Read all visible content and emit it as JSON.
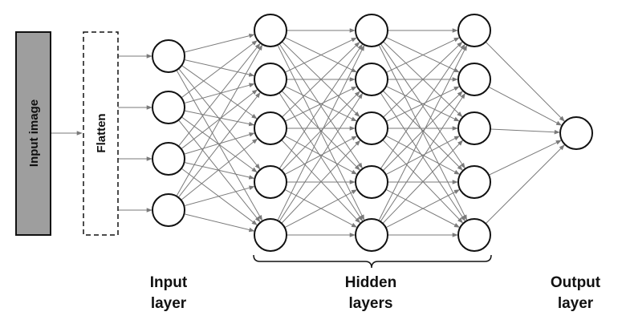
{
  "input_image": {
    "label": "Input image",
    "fill": "#9e9e9e"
  },
  "flatten": {
    "label": "Flatten"
  },
  "labels": {
    "input_layer": [
      "Input",
      "layer"
    ],
    "hidden_layers": [
      "Hidden",
      "layers"
    ],
    "output_layer": [
      "Output",
      "layer"
    ]
  },
  "network": {
    "input_nodes": 4,
    "hidden_layers": 3,
    "hidden_nodes": 5,
    "output_nodes": 1
  },
  "colors": {
    "node_stroke": "#111111",
    "edge": "#7a7a7a",
    "input_image_fill": "#9e9e9e"
  }
}
